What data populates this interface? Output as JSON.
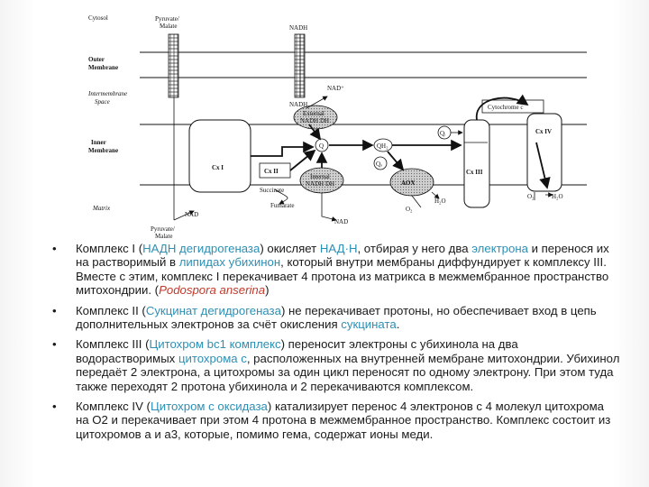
{
  "diagram": {
    "regions": {
      "cytosol": "Cytosol",
      "outer_membrane_1": "Outer",
      "outer_membrane_2": "Membrane",
      "intermembrane_1": "Intermembrane",
      "intermembrane_2": "Space",
      "inner_membrane_1": "Inner",
      "inner_membrane_2": "Membrane",
      "matrix": "Matrix"
    },
    "labels": {
      "pyruvate_top_1": "Pyruvate/",
      "pyruvate_top_2": "Malate",
      "nadh_top": "NADH",
      "nadh_mid": "NADH",
      "nad_plus": "NAD⁺",
      "ext_nadh_1": "External",
      "ext_nadh_2": "NADH DH",
      "cyt_c": "Cytochrome c",
      "cx1": "Cx I",
      "cx2": "Cx II",
      "int_nadh_1": "Internal",
      "int_nadh_2": "NADH DH",
      "q": "Q",
      "qh2": "QH₂",
      "qi": "Qᵢ",
      "qo": "Qₒ",
      "aox": "AOX",
      "cx3": "Cx III",
      "cx4": "Cx IV",
      "succinate": "Succinate",
      "fumarate": "Fumarate",
      "nad_left": "NAD",
      "nad_bottom": "NAD",
      "pyruvate_bot_1": "Pyruvate/",
      "pyruvate_bot_2": "Malate",
      "o2_aox": "O₂",
      "h2o_aox": "H₂O",
      "o2_cx4": "O₂",
      "h2o_cx4": "H₂O"
    }
  },
  "bullets": [
    {
      "parts": [
        {
          "t": "Комплекс I ("
        },
        {
          "t": "НАДН дегидрогеназа",
          "c": "link"
        },
        {
          "t": ") окисляет "
        },
        {
          "t": "НАД·Н",
          "c": "link"
        },
        {
          "t": ", отбирая у него два "
        },
        {
          "t": "электрона",
          "c": "link"
        },
        {
          "t": " и перенося их на растворимый в "
        },
        {
          "t": "липидах",
          "c": "link"
        },
        {
          "t": " "
        },
        {
          "t": "убихинон",
          "c": "link"
        },
        {
          "t": ", который внутри мембраны диффундирует к комплексу III. Вместе с этим, комплекс I перекачивает 4 протона из матрикса в межмембранное пространство митохондрии. ("
        },
        {
          "t": "Podospora anserina",
          "c": "em"
        },
        {
          "t": ")"
        }
      ]
    },
    {
      "parts": [
        {
          "t": "Комплекс II ("
        },
        {
          "t": "Сукцинат дегидрогеназа",
          "c": "link"
        },
        {
          "t": ") не перекачивает протоны, но обеспечивает вход в цепь дополнительных электронов за счёт окисления "
        },
        {
          "t": "сукцината",
          "c": "link"
        },
        {
          "t": "."
        }
      ]
    },
    {
      "parts": [
        {
          "t": "Комплекс III ("
        },
        {
          "t": "Цитохром bc1 комплекс",
          "c": "link"
        },
        {
          "t": ") переносит электроны с убихинола на два водорастворимых "
        },
        {
          "t": "цитохрома c",
          "c": "link"
        },
        {
          "t": ", расположенных на внутренней мембране митохондрии. Убихинол передаёт 2 электрона, а цитохромы за один цикл переносят по одному электрону. При этом туда также переходят 2 протона убихинола и 2 перекачиваются комплексом."
        }
      ]
    },
    {
      "parts": [
        {
          "t": "Комплекс IV ("
        },
        {
          "t": "Цитохром с оксидаза",
          "c": "link"
        },
        {
          "t": ") катализирует перенос 4 электронов с 4 молекул цитохрома на O2 и перекачивает при этом 4 протона в межмембранное пространство. Комплекс состоит из цитохромов a и a3, которые, помимо гема, содержат ионы меди."
        }
      ]
    }
  ]
}
